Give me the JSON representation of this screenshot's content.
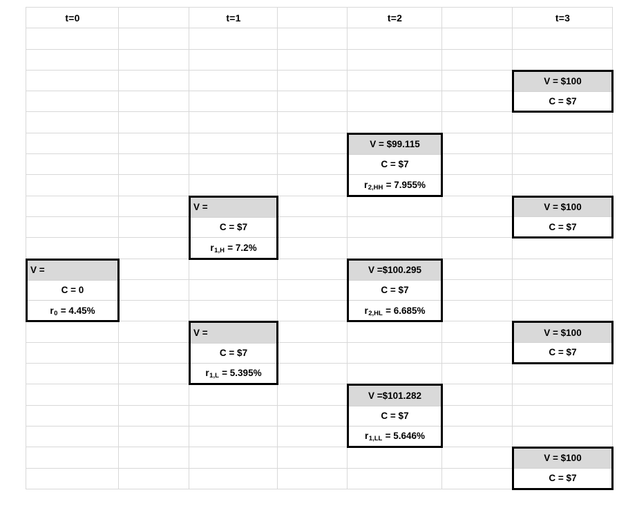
{
  "sheet": {
    "headers": [
      {
        "label": "t=0"
      },
      {
        "label": "t=1"
      },
      {
        "label": "t=2"
      },
      {
        "label": "t=3"
      }
    ],
    "colors": {
      "gridline": "#d8d8d8",
      "node_fill": "#d9d9d9",
      "node_border": "#000000"
    },
    "nodes": {
      "t0": {
        "v": "V =",
        "c": "C = 0",
        "r_base": "r",
        "r_sub": "0",
        "r_rest": " = 4.45%"
      },
      "t1_h": {
        "v": "V =",
        "c": "C = $7",
        "r_base": "r",
        "r_sub": "1,H",
        "r_rest": " = 7.2%"
      },
      "t1_l": {
        "v": "V =",
        "c": "C = $7",
        "r_base": "r",
        "r_sub": "1,L",
        "r_rest": " = 5.395%"
      },
      "t2_hh": {
        "v": "V = $99.115",
        "c": "C = $7",
        "r_base": "r",
        "r_sub": "2,HH",
        "r_rest": " = 7.955%"
      },
      "t2_hl": {
        "v": "V =$100.295",
        "c": "C = $7",
        "r_base": "r",
        "r_sub": "2,HL",
        "r_rest": " = 6.685%"
      },
      "t2_ll": {
        "v": "V =$101.282",
        "c": "C = $7",
        "r_base": "r",
        "r_sub": "1,LL",
        "r_rest": " = 5.646%"
      },
      "t3_hhh": {
        "v": "V = $100",
        "c": "C = $7"
      },
      "t3_hhl": {
        "v": "V = $100",
        "c": "C = $7"
      },
      "t3_hll": {
        "v": "V = $100",
        "c": "C = $7"
      },
      "t3_lll": {
        "v": "V = $100",
        "c": "C = $7"
      }
    }
  }
}
